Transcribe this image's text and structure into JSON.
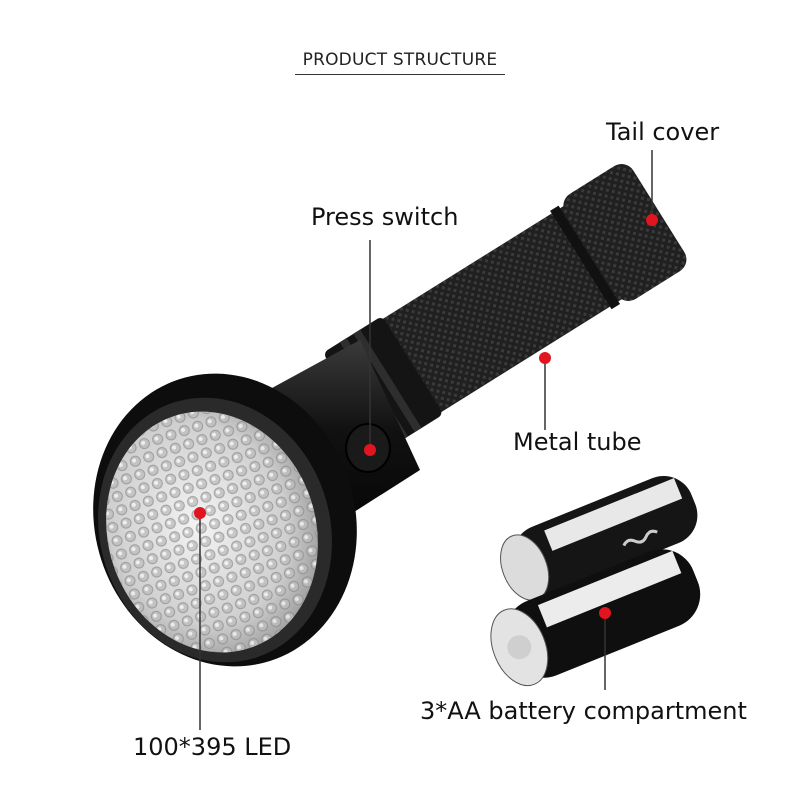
{
  "title": "PRODUCT STRUCTURE",
  "labels": {
    "tail_cover": "Tail cover",
    "press_switch": "Press switch",
    "metal_tube": "Metal tube",
    "battery": "3*AA battery compartment",
    "led": "100*395 LED"
  },
  "colors": {
    "marker": "#e0151f",
    "body": "#1c1c1c",
    "line": "#333333"
  }
}
